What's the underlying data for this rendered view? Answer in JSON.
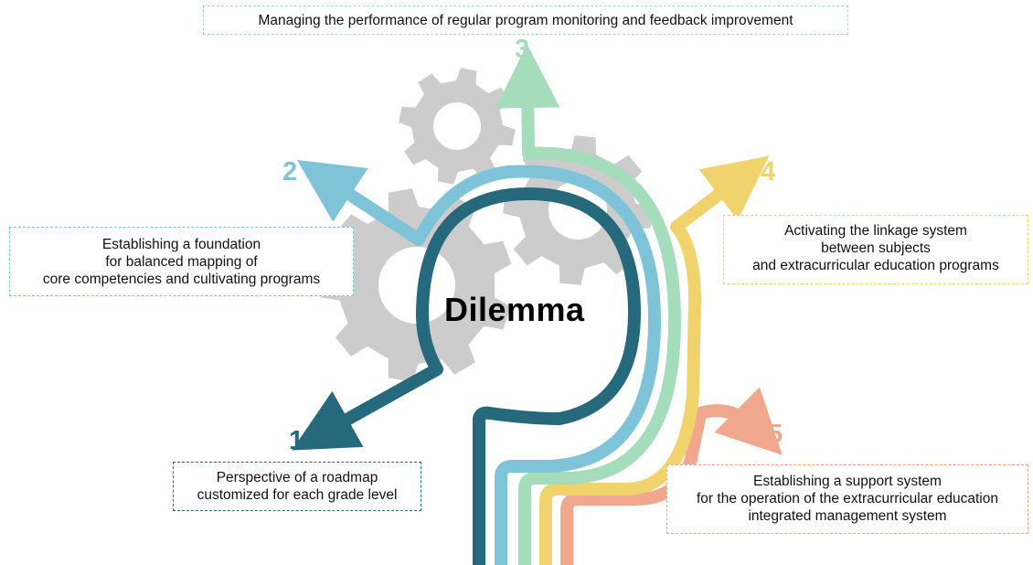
{
  "center_label": "Dilemma",
  "steps": [
    {
      "number": "1",
      "lines": [
        "Perspective of a roadmap",
        "customized for each grade level"
      ],
      "color": "#26687c"
    },
    {
      "number": "2",
      "lines": [
        "Establishing a foundation",
        "for balanced mapping of",
        "core competencies and cultivating programs"
      ],
      "color": "#7fc3d8"
    },
    {
      "number": "3",
      "lines": [
        "Managing the performance of regular program monitoring and feedback improvement"
      ],
      "color": "#a4dcbc"
    },
    {
      "number": "4",
      "lines": [
        "Activating the linkage system",
        "between subjects",
        "and extracurricular education programs"
      ],
      "color": "#f0d36c"
    },
    {
      "number": "5",
      "lines": [
        "Establishing a support system",
        "for the operation of the extracurricular education",
        "integrated management system"
      ],
      "color": "#f0a78e"
    }
  ],
  "gear_color": "#cccccc"
}
